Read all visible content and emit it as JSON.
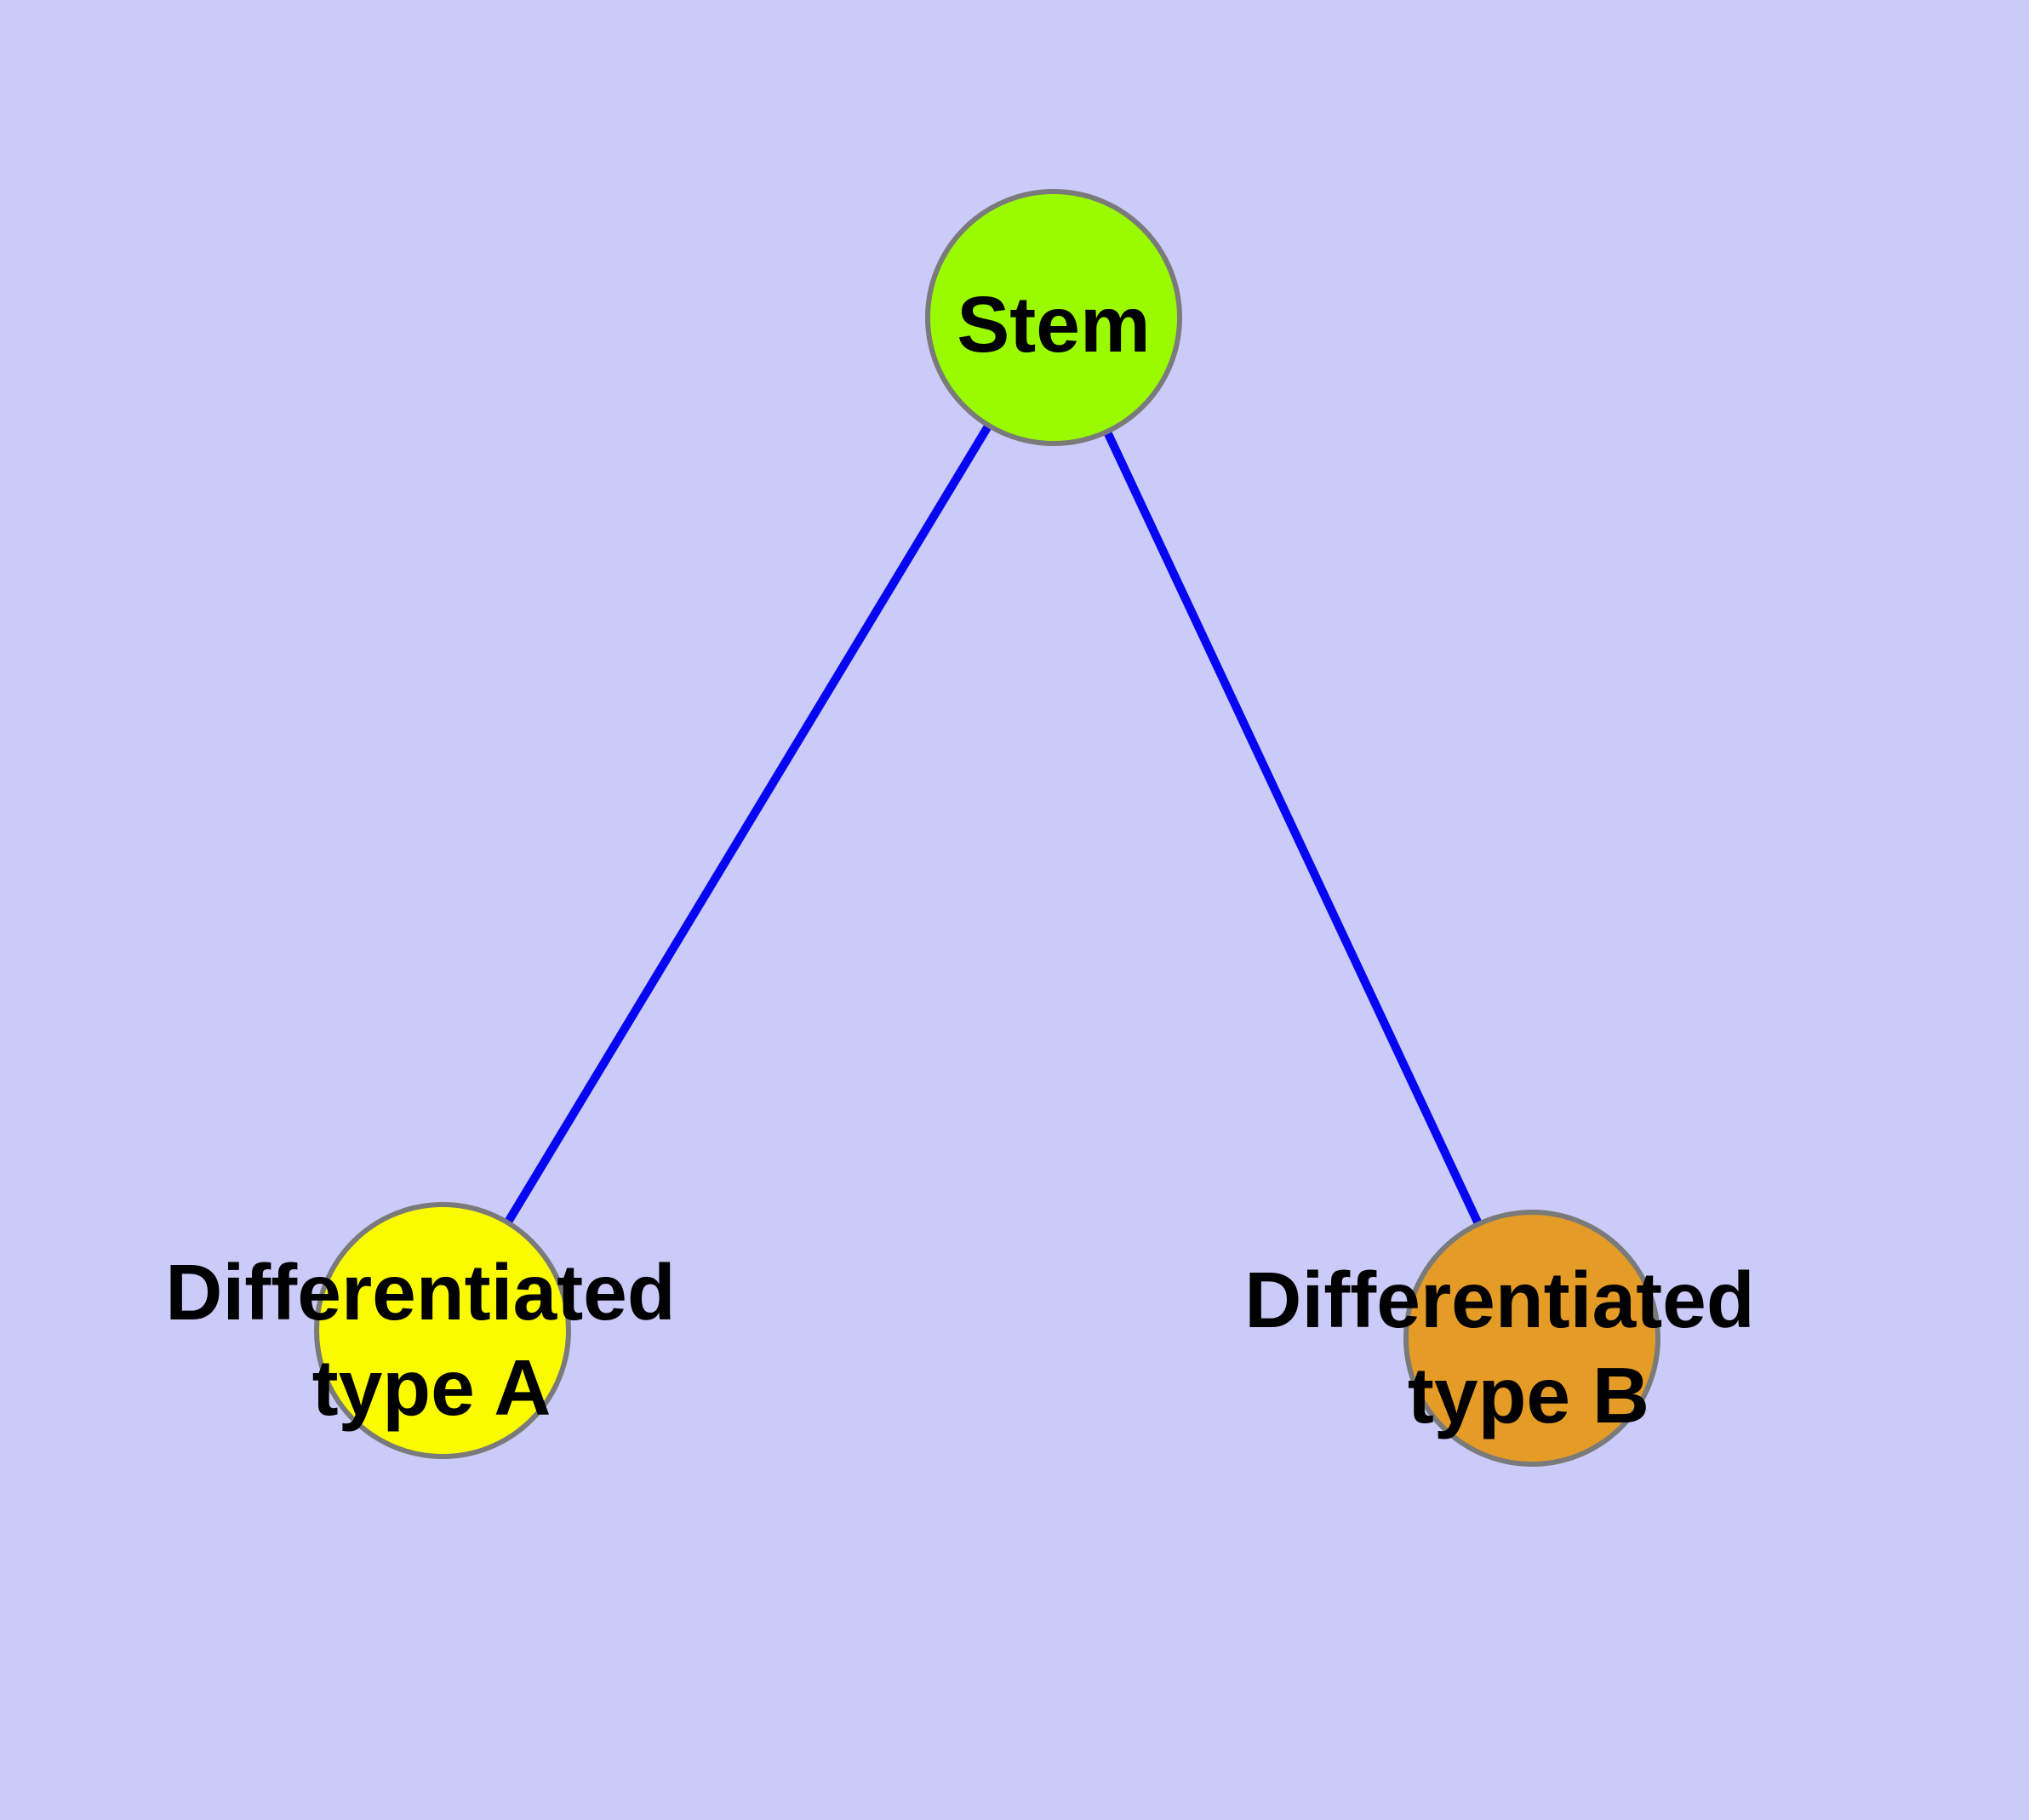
{
  "diagram": {
    "type": "node-link-graph",
    "description": "Stem cell differentiation graph with one parent node and two differentiated child nodes",
    "style": {
      "background_color": "#CBCBF9",
      "edge_color": "#0606F2",
      "node_border_color": "#7A7A7A",
      "label_color": "#000000"
    },
    "nodes": [
      {
        "id": "stem",
        "label": "Stem",
        "fill": "#9AFB00"
      },
      {
        "id": "differentiated-type-a",
        "label_lines": [
          "Differentiated",
          "type A"
        ],
        "fill": "#FBFB00"
      },
      {
        "id": "differentiated-type-b",
        "label_lines": [
          "Differentiated",
          "type B"
        ],
        "fill": "#E49C27"
      }
    ],
    "edges": [
      {
        "source": "Stem",
        "target": "Differentiated type A"
      },
      {
        "source": "Stem",
        "target": "Differentiated type B"
      }
    ]
  }
}
